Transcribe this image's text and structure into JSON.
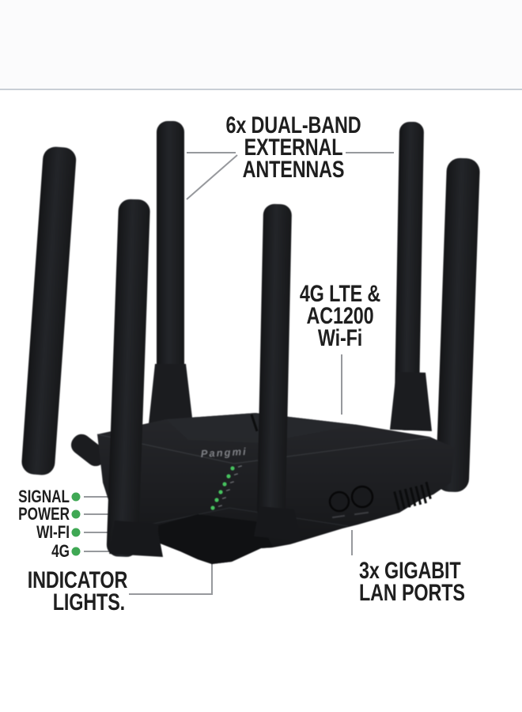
{
  "callouts": {
    "antennas": {
      "lines": [
        "6x DUAL-BAND",
        "EXTERNAL",
        "ANTENNAS"
      ]
    },
    "wifi": {
      "lines": [
        "4G LTE &",
        "AC1200",
        "Wi-Fi"
      ]
    },
    "indicator_lights": {
      "lines": [
        "INDICATOR",
        "LIGHTS."
      ]
    },
    "lan_ports": {
      "lines": [
        "3x GIGABIT",
        "LAN PORTS"
      ]
    }
  },
  "status_leds": {
    "items": [
      {
        "label": "SIGNAL"
      },
      {
        "label": "POWER"
      },
      {
        "label": "WI-FI"
      },
      {
        "label": "4G"
      }
    ],
    "dot_color": "#3fa854",
    "led_count_on_device": 6
  },
  "device": {
    "brand": "Pangmi",
    "antenna_count": 6,
    "front_button_count": 2
  },
  "colors": {
    "text": "#1e1e1e",
    "leader_line": "#97999d",
    "antenna_black": "#1b1c1f",
    "body_black": "#1d1e21",
    "divider": "#c9ced6",
    "top_band": "#fbfbfc",
    "background": "#ffffff",
    "led_green": "#3fa854"
  }
}
